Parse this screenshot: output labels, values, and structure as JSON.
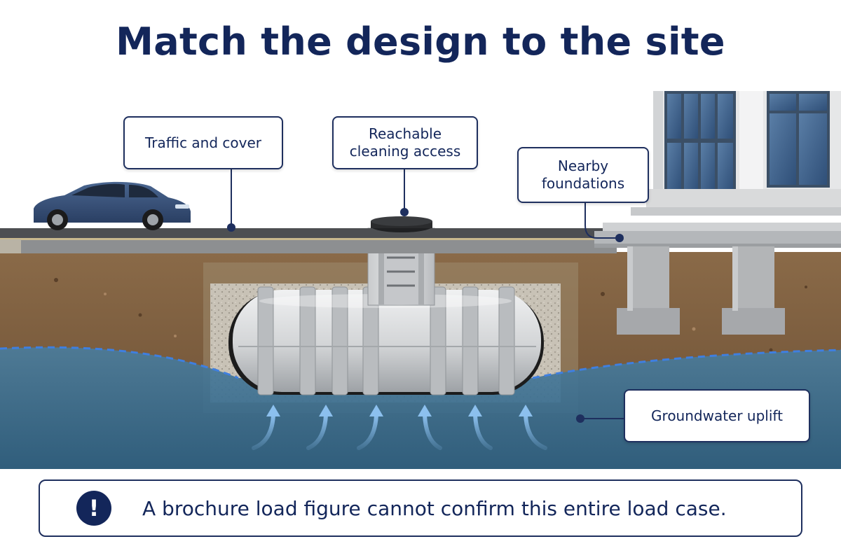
{
  "title": "Match the design to the site",
  "callouts": {
    "traffic": "Traffic and cover",
    "access": "Reachable\ncleaning access",
    "foundations": "Nearby\nfoundations",
    "groundwater": "Groundwater uplift"
  },
  "warning": {
    "icon": "exclamation-icon",
    "icon_glyph": "!",
    "text": "A brochure load figure cannot confirm this entire load case."
  },
  "colors": {
    "title": "#13265a",
    "callout_border": "#1e2f5e",
    "water": "#3d7093",
    "soil": "#7a5a3c",
    "tank": "#d6d8da"
  }
}
